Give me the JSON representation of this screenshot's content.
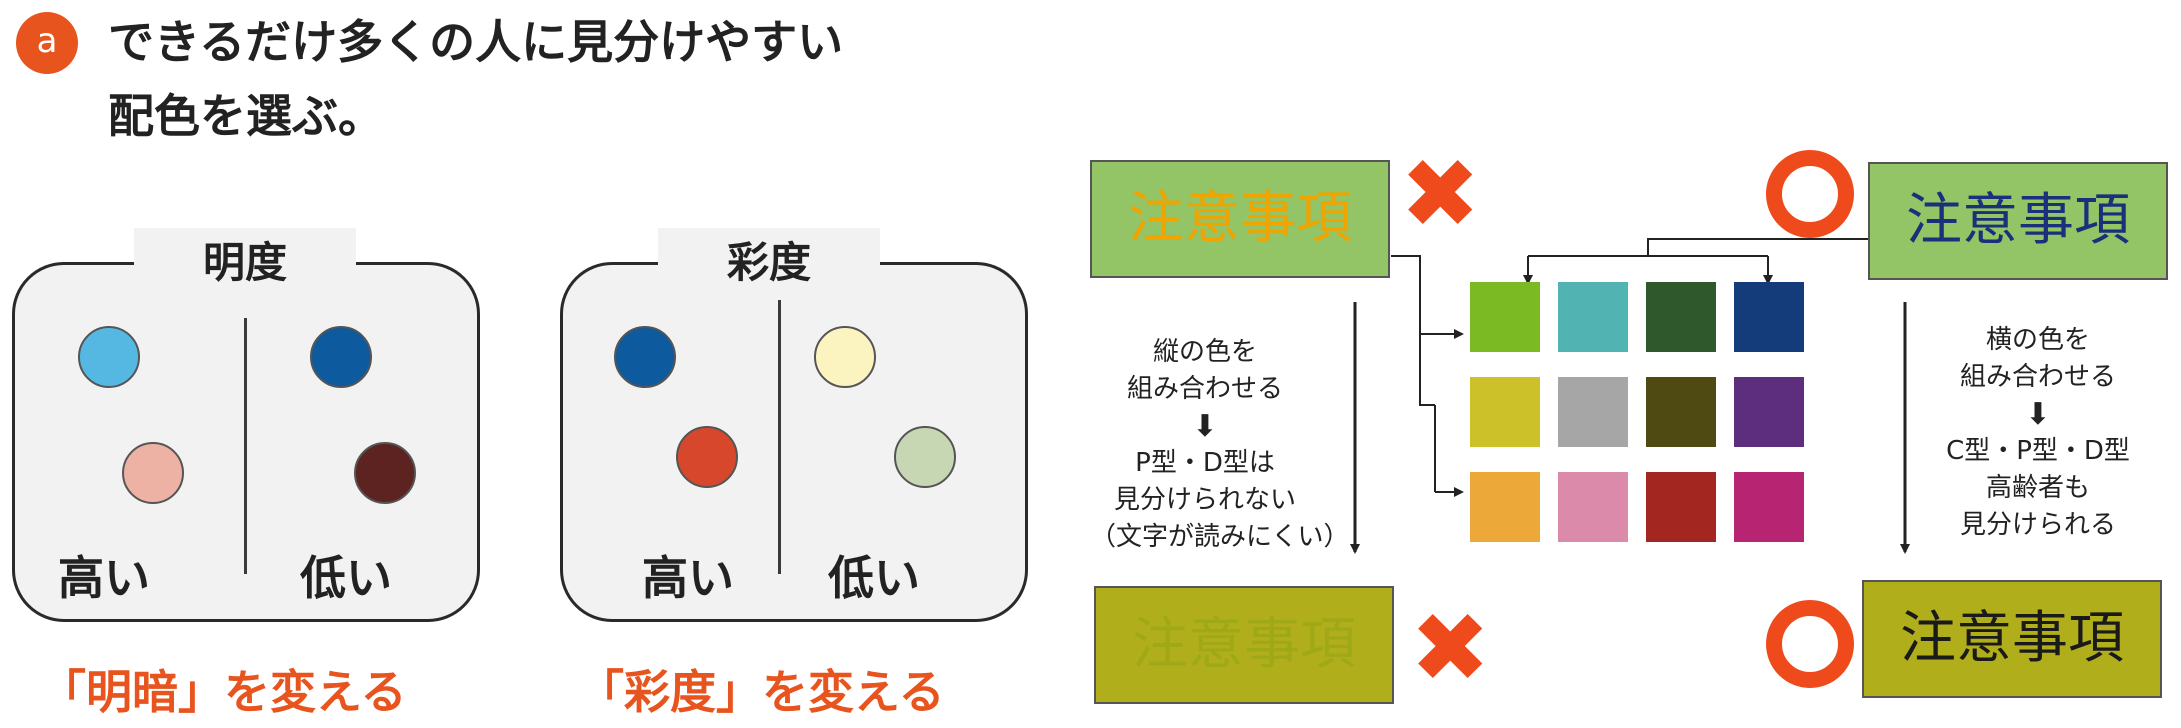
{
  "header": {
    "badge": "a",
    "title_line1": "できるだけ多くの人に見分けやすい",
    "title_line2": "配色を選ぶ。"
  },
  "panels": [
    {
      "heading": "明度",
      "left_label": "高い",
      "right_label": "低い",
      "caption": "「明暗」を変える",
      "dot_colors": {
        "high_top": "#55b8e3",
        "high_bottom": "#eeb2a4",
        "low_top": "#0e5a9e",
        "low_bottom": "#5c2320"
      }
    },
    {
      "heading": "彩度",
      "left_label": "高い",
      "right_label": "低い",
      "caption": "「彩度」を変える",
      "dot_colors": {
        "high_top": "#0e5a9e",
        "high_bottom": "#d6472c",
        "low_top": "#fcf4c0",
        "low_bottom": "#c8d7b3"
      }
    }
  ],
  "diagram": {
    "notice_text": "注意事項",
    "bad_top": {
      "bg": "#93c466",
      "fg": "#f0a400",
      "mark": "✖"
    },
    "bad_bottom": {
      "bg": "#b0ae1a",
      "fg": "#9fa918",
      "mark": "✖"
    },
    "good_top": {
      "bg": "#93c466",
      "fg": "#1b2f7a"
    },
    "good_bottom": {
      "bg": "#b0ae1a",
      "fg": "#1a1a1a"
    },
    "mark_color": "#ee4a1b",
    "grid": [
      [
        "#7cba24",
        "#52b4b2",
        "#2f582c",
        "#153c7a"
      ],
      [
        "#cdc12a",
        "#a6a6a6",
        "#4f4912",
        "#5e2e7e"
      ],
      [
        "#eda83a",
        "#dc8aaa",
        "#a32620",
        "#b72472"
      ]
    ],
    "left_note": {
      "line1": "縦の色を",
      "line2": "組み合わせる",
      "arrow": "⬇",
      "line3": "P型・D型は",
      "line4": "見分けられない",
      "line5": "（文字が読みにくい）"
    },
    "right_note": {
      "line1": "横の色を",
      "line2": "組み合わせる",
      "arrow": "⬇",
      "line3": "C型・P型・D型",
      "line4": "高齢者も",
      "line5": "見分けられる"
    }
  }
}
